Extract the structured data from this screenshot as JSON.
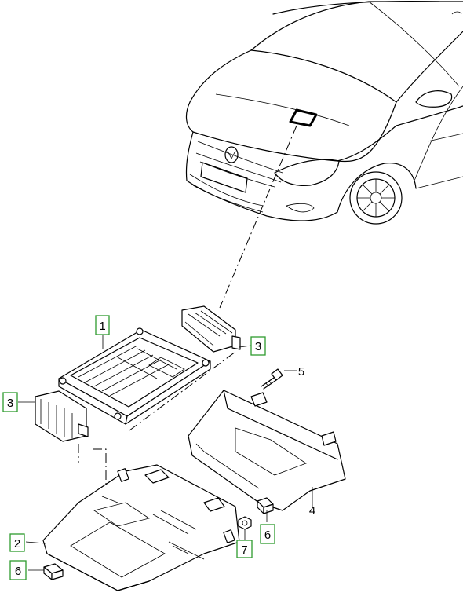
{
  "callouts": [
    {
      "label": "1",
      "boxed": true
    },
    {
      "label": "2",
      "boxed": true
    },
    {
      "label": "3",
      "boxed": true
    },
    {
      "label": "3",
      "boxed": true
    },
    {
      "label": "4",
      "boxed": false
    },
    {
      "label": "5",
      "boxed": false
    },
    {
      "label": "6",
      "boxed": true
    },
    {
      "label": "6",
      "boxed": true
    },
    {
      "label": "7",
      "boxed": true
    }
  ],
  "colors": {
    "callout_box": "#2e9b2e",
    "line": "#000000",
    "background": "#ffffff"
  }
}
